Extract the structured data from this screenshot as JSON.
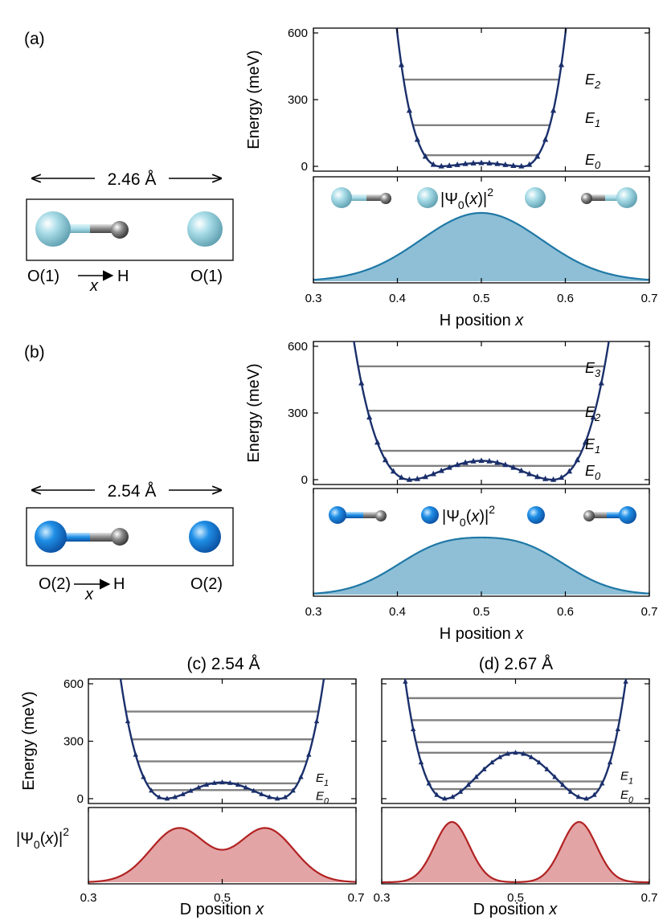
{
  "colors": {
    "curve": "#1a2f6b",
    "level": "#808080",
    "density_blue_fill": "#8fbfd6",
    "density_blue_line": "#1f78a6",
    "density_red_fill": "#e3a4a6",
    "density_red_line": "#b22222",
    "o1_atom": "#a9dde8",
    "o2_atom": "#1f8fe6",
    "h_atom": "#7f7f7f"
  },
  "icons": [
    "o1-atom-icon",
    "o2-atom-icon",
    "h-atom-icon",
    "oh-bond-icon",
    "double-arrow-icon"
  ],
  "molecules": {
    "a": {
      "panel_label": "(a)",
      "distance_label": "2.46 Å",
      "left_label": "O(1)",
      "mid_label": "H",
      "right_label": "O(1)",
      "x_label": "x"
    },
    "b": {
      "panel_label": "(b)",
      "distance_label": "2.54 Å",
      "left_label": "O(2)",
      "mid_label": "H",
      "right_label": "O(2)",
      "x_label": "x"
    }
  },
  "legend_text": {
    "psi_prefix": "|Ψ",
    "psi_sub": "0",
    "psi_mid": "(",
    "psi_x": "x",
    "psi_close": ")|",
    "psi_sup": "2"
  },
  "chart_data": [
    {
      "id": "a",
      "type": "line",
      "panel_label": "(a)",
      "ylabel": "Energy (meV)",
      "ylim": [
        0,
        600
      ],
      "yticks": [
        0,
        300,
        600
      ],
      "xlim": [
        0.3,
        0.7
      ],
      "xticks": [
        "0.3",
        "0.4",
        "0.5",
        "0.6",
        "0.7"
      ],
      "xlabel": "H position",
      "xlabel_var": "x",
      "potential": {
        "model": "double_well",
        "barrier_meV": 15,
        "well_min_x": [
          0.45,
          0.55
        ],
        "steepness_exponent": 8,
        "cap_meV": 600
      },
      "levels": [
        {
          "name": "E",
          "sub": "0",
          "energy": 50
        },
        {
          "name": "E",
          "sub": "1",
          "energy": 185
        },
        {
          "name": "E",
          "sub": "2",
          "energy": 390
        }
      ],
      "density": {
        "label": "|Ψ0(x)|²",
        "peaks_x": [
          0.5
        ],
        "shape": "single"
      }
    },
    {
      "id": "b",
      "type": "line",
      "panel_label": "(b)",
      "ylabel": "Energy (meV)",
      "ylim": [
        0,
        600
      ],
      "yticks": [
        0,
        300,
        600
      ],
      "xlim": [
        0.3,
        0.7
      ],
      "xticks": [
        "0.3",
        "0.4",
        "0.5",
        "0.6",
        "0.7"
      ],
      "xlabel": "H position",
      "xlabel_var": "x",
      "potential": {
        "model": "double_well",
        "barrier_meV": 85,
        "well_min_x": [
          0.415,
          0.585
        ],
        "steepness_exponent": 7,
        "cap_meV": 600
      },
      "levels": [
        {
          "name": "E",
          "sub": "0",
          "energy": 62
        },
        {
          "name": "E",
          "sub": "1",
          "energy": 130
        },
        {
          "name": "E",
          "sub": "2",
          "energy": 310
        },
        {
          "name": "E",
          "sub": "3",
          "energy": 510
        }
      ],
      "density": {
        "label": "|Ψ0(x)|²",
        "peaks_x": [
          0.45,
          0.55
        ],
        "shape": "double-flat"
      }
    },
    {
      "id": "c",
      "type": "line",
      "panel_title": "(c) 2.54 Å",
      "ylabel": "Energy (meV)",
      "ylim": [
        0,
        600
      ],
      "yticks": [
        0,
        300,
        600
      ],
      "xlim": [
        0.3,
        0.7
      ],
      "xticks": [
        "0.3",
        "0.5",
        "0.7"
      ],
      "xlabel": "D position",
      "xlabel_var": "x",
      "potential": {
        "model": "double_well",
        "barrier_meV": 85,
        "well_min_x": [
          0.415,
          0.585
        ],
        "steepness_exponent": 7,
        "cap_meV": 600
      },
      "levels": [
        {
          "name": "E",
          "sub": "0",
          "energy": 45
        },
        {
          "name": "E",
          "sub": "1",
          "energy": 80
        },
        {
          "name": "",
          "sub": "",
          "energy": 195
        },
        {
          "name": "",
          "sub": "",
          "energy": 310
        },
        {
          "name": "",
          "sub": "",
          "energy": 455
        }
      ],
      "density": {
        "label": "|Ψ0(x)|²",
        "peaks_x": [
          0.435,
          0.565
        ],
        "shape": "double"
      }
    },
    {
      "id": "d",
      "type": "line",
      "panel_title": "(d) 2.67 Å",
      "ylim": [
        0,
        600
      ],
      "xlim": [
        0.3,
        0.7
      ],
      "xticks": [
        "0.3",
        "0.5",
        "0.7"
      ],
      "xlabel": "D position",
      "xlabel_var": "x",
      "potential": {
        "model": "double_well",
        "barrier_meV": 240,
        "well_min_x": [
          0.395,
          0.605
        ],
        "steepness_exponent": 7,
        "cap_meV": 600
      },
      "levels": [
        {
          "name": "E",
          "sub": "0",
          "energy": 50
        },
        {
          "name": "E",
          "sub": "1",
          "energy": 90
        },
        {
          "name": "",
          "sub": "",
          "energy": 240
        },
        {
          "name": "",
          "sub": "",
          "energy": 295
        },
        {
          "name": "",
          "sub": "",
          "energy": 410
        },
        {
          "name": "",
          "sub": "",
          "energy": 525
        }
      ],
      "density": {
        "label": "|Ψ0(x)|²",
        "peaks_x": [
          0.405,
          0.595
        ],
        "shape": "double-sharp"
      }
    }
  ]
}
